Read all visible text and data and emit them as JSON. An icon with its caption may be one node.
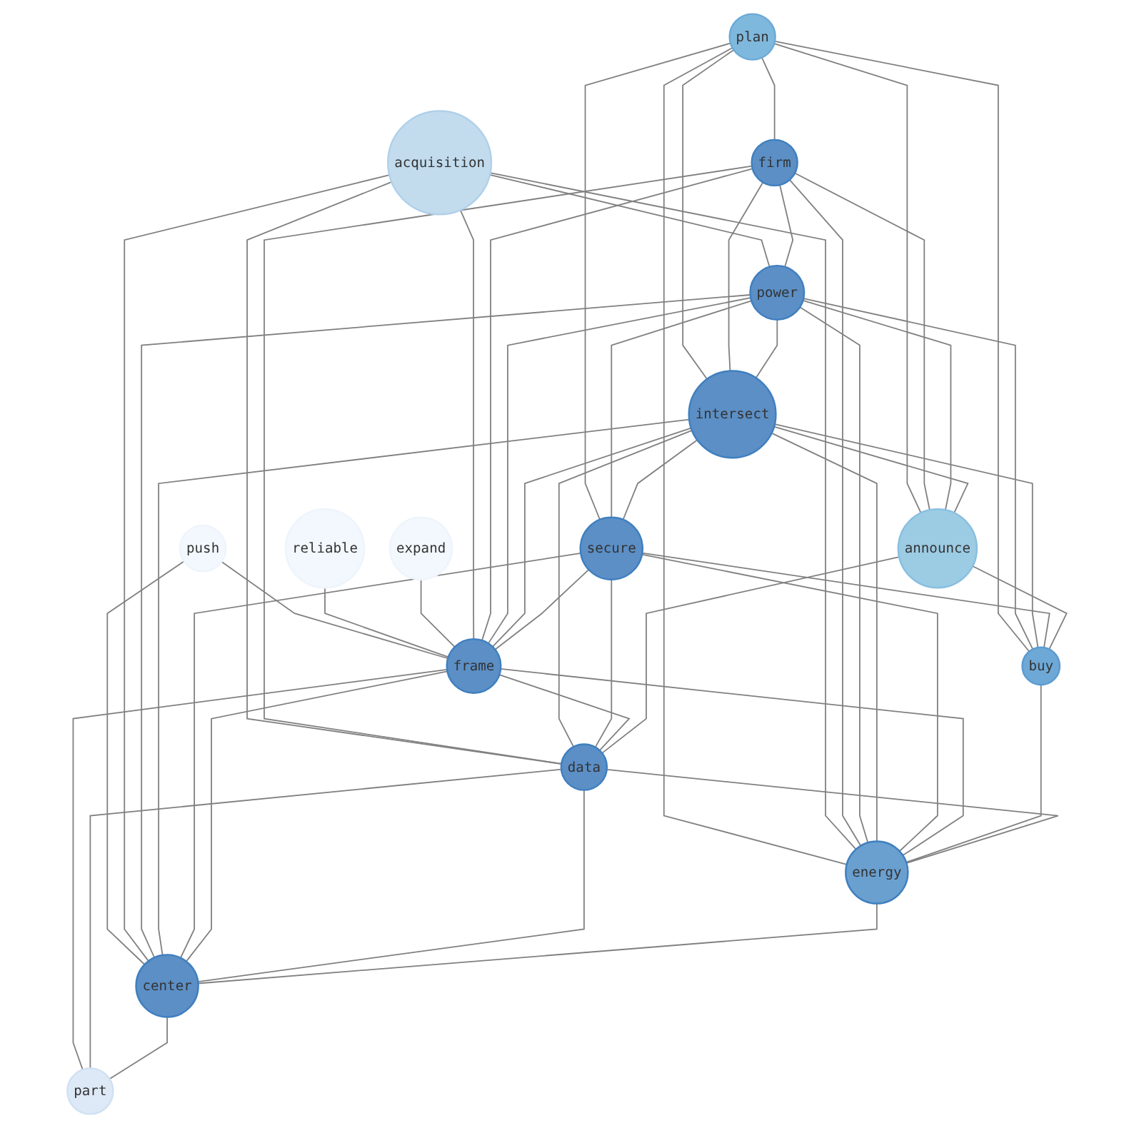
{
  "diagram": {
    "nodes": [
      {
        "text": [
          "push"
        ]
      },
      {
        "text": [
          "reliable"
        ]
      },
      {
        "text": [
          "plan"
        ]
      },
      {
        "text": [
          "expand"
        ]
      },
      {
        "text": [
          "intersect"
        ]
      },
      {
        "text": [
          "announce"
        ]
      },
      {
        "text": [
          "firm"
        ]
      },
      {
        "text": [
          "power"
        ]
      },
      {
        "text": [
          "secure"
        ]
      },
      {
        "text": [
          "frame"
        ]
      },
      {
        "text": [
          "buy"
        ]
      },
      {
        "text": [
          "data"
        ]
      },
      {
        "text": [
          "acquisition"
        ]
      },
      {
        "text": [
          "energy"
        ]
      },
      {
        "text": [
          "center"
        ]
      },
      {
        "text": [
          "part"
        ]
      }
    ],
    "edges": [
      {
        "from": 0,
        "to": 9,
        "arrow": "none"
      },
      {
        "from": 0,
        "to": 14,
        "arrow": "none"
      },
      {
        "from": 1,
        "to": 9,
        "arrow": "none"
      },
      {
        "from": 2,
        "to": 6,
        "arrow": "none"
      },
      {
        "from": 2,
        "to": 13,
        "arrow": "none"
      },
      {
        "from": 2,
        "to": 8,
        "arrow": "none"
      },
      {
        "from": 2,
        "to": 4,
        "arrow": "none"
      },
      {
        "from": 2,
        "to": 10,
        "arrow": "none"
      },
      {
        "from": 2,
        "to": 5,
        "arrow": "none"
      },
      {
        "from": 3,
        "to": 9,
        "arrow": "none"
      },
      {
        "from": 12,
        "to": 11,
        "arrow": "none"
      },
      {
        "from": 12,
        "to": 13,
        "arrow": "none"
      },
      {
        "from": 12,
        "to": 14,
        "arrow": "none"
      },
      {
        "from": 12,
        "to": 9,
        "arrow": "none"
      },
      {
        "from": 12,
        "to": 7,
        "arrow": "none"
      },
      {
        "from": 6,
        "to": 7,
        "arrow": "none"
      },
      {
        "from": 6,
        "to": 4,
        "arrow": "none"
      },
      {
        "from": 6,
        "to": 5,
        "arrow": "none"
      },
      {
        "from": 6,
        "to": 9,
        "arrow": "none"
      },
      {
        "from": 6,
        "to": 11,
        "arrow": "none"
      },
      {
        "from": 6,
        "to": 13,
        "arrow": "none"
      },
      {
        "from": 7,
        "to": 4,
        "arrow": "none"
      },
      {
        "from": 7,
        "to": 5,
        "arrow": "none"
      },
      {
        "from": 7,
        "to": 8,
        "arrow": "none"
      },
      {
        "from": 7,
        "to": 10,
        "arrow": "none"
      },
      {
        "from": 7,
        "to": 9,
        "arrow": "none"
      },
      {
        "from": 7,
        "to": 13,
        "arrow": "none"
      },
      {
        "from": 7,
        "to": 14,
        "arrow": "none"
      },
      {
        "from": 4,
        "to": 8,
        "arrow": "none"
      },
      {
        "from": 4,
        "to": 9,
        "arrow": "none"
      },
      {
        "from": 4,
        "to": 10,
        "arrow": "none"
      },
      {
        "from": 4,
        "to": 11,
        "arrow": "none"
      },
      {
        "from": 4,
        "to": 13,
        "arrow": "none"
      },
      {
        "from": 4,
        "to": 14,
        "arrow": "none"
      },
      {
        "from": 4,
        "to": 5,
        "arrow": "none"
      },
      {
        "from": 8,
        "to": 10,
        "arrow": "none"
      },
      {
        "from": 8,
        "to": 9,
        "arrow": "none"
      },
      {
        "from": 8,
        "to": 11,
        "arrow": "none"
      },
      {
        "from": 8,
        "to": 13,
        "arrow": "none"
      },
      {
        "from": 8,
        "to": 14,
        "arrow": "none"
      },
      {
        "from": 9,
        "to": 11,
        "arrow": "none"
      },
      {
        "from": 9,
        "to": 13,
        "arrow": "none"
      },
      {
        "from": 9,
        "to": 14,
        "arrow": "none"
      },
      {
        "from": 9,
        "to": 15,
        "arrow": "none"
      },
      {
        "from": 11,
        "to": 15,
        "arrow": "none"
      },
      {
        "from": 14,
        "to": 15,
        "arrow": "none"
      },
      {
        "from": 5,
        "to": 11,
        "arrow": "none"
      },
      {
        "from": 5,
        "to": 10,
        "arrow": "none"
      },
      {
        "from": 10,
        "to": 13,
        "arrow": "none"
      },
      {
        "from": 11,
        "to": 13,
        "arrow": "none"
      },
      {
        "from": 11,
        "to": 14,
        "arrow": "none"
      },
      {
        "from": 13,
        "to": 14,
        "arrow": "none"
      }
    ]
  }
}
